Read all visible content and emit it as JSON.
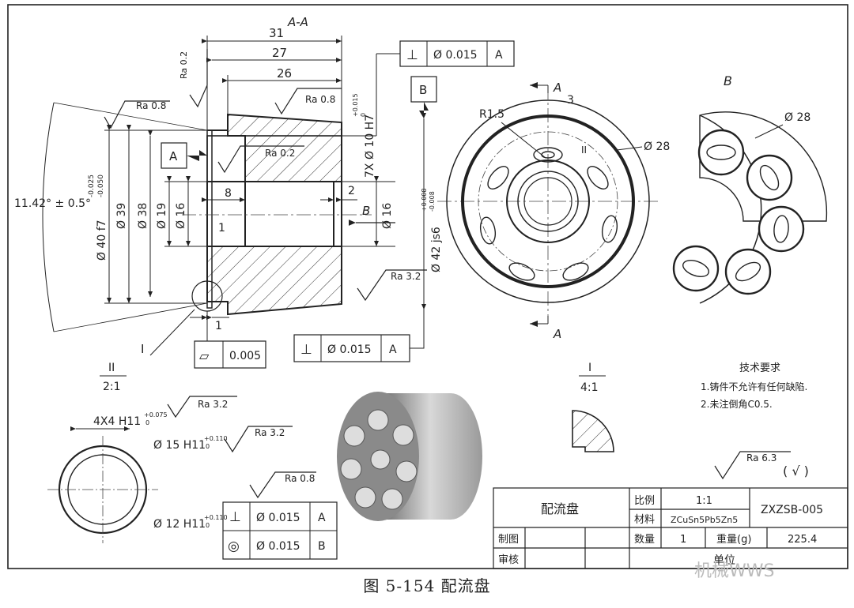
{
  "section_label": "A-A",
  "dims": {
    "d31": "31",
    "d27": "27",
    "d26": "26",
    "d8": "8",
    "d2": "2",
    "d1a": "1",
    "d1b": "1",
    "angle": "11.42° ± 0.5°",
    "phi40": "Ø 40 f7",
    "phi40_tol": [
      "-0.025",
      "-0.050"
    ],
    "phi39": "Ø 39",
    "phi38": "Ø 38",
    "phi19": "Ø 19",
    "phi16a": "Ø 16",
    "phi16b": "Ø 16",
    "phi42": "Ø 42 js6",
    "phi42_tol": [
      "+0.008",
      "-0.008"
    ],
    "holes": "7X Ø 10 H7",
    "holes_tol": [
      "+0.015",
      "0"
    ],
    "r15": "R1.5",
    "d3": "3",
    "phi28a": "Ø 28",
    "phi28b": "Ø 28"
  },
  "roughness": {
    "ra02a": "Ra 0.2",
    "ra08a": "Ra 0.8",
    "ra08b": "Ra 0.8",
    "ra02b": "Ra 0.2",
    "ra32a": "Ra 3.2",
    "ra32b": "Ra 3.2",
    "ra32c": "Ra 3.2",
    "ra08c": "Ra 0.8",
    "ra63": "Ra 6.3",
    "other": "( √ )"
  },
  "datums": {
    "a": "A",
    "b": "B"
  },
  "tolerance_frames": {
    "top": {
      "sym": "⊥",
      "val": "Ø 0.015",
      "ref": "A"
    },
    "flat": {
      "sym": "▱",
      "val": "0.005"
    },
    "bottom": {
      "sym": "⊥",
      "val": "Ø 0.015",
      "ref": "A"
    },
    "detail1": {
      "sym": "⊥",
      "val": "Ø 0.015",
      "ref": "A"
    },
    "detail2": {
      "sym": "◎",
      "val": "Ø 0.015",
      "ref": "B"
    }
  },
  "views": {
    "section_arrow_a": "A",
    "section_arrow_a2": "A",
    "view_b_label": "B",
    "view_b_arrow": "B",
    "detail_i_label": "I",
    "detail_ii_label": "II",
    "detail_ii_title": "II",
    "detail_ii_scale": "2:1",
    "detail_i_title": "I",
    "detail_i_scale": "4:1"
  },
  "detail_ii": {
    "spline": "4X4 H11",
    "spline_tol": [
      "+0.075",
      "0"
    ],
    "phi15": "Ø 15 H11",
    "phi15_tol": [
      "+0.110",
      "0"
    ],
    "phi12": "Ø 12 H11",
    "phi12_tol": [
      "+0.110",
      "0"
    ]
  },
  "tech_req": {
    "title": "技术要求",
    "line1": "1.铸件不允许有任何缺陷.",
    "line2": "2.未注倒角C0.5."
  },
  "title_block": {
    "name": "配流盘",
    "scale_label": "比例",
    "scale_value": "1:1",
    "material_label": "材料",
    "material_value": "ZCuSn5Pb5Zn5",
    "drawing_no": "ZXZSB-005",
    "drawn_label": "制图",
    "check_label": "审核",
    "qty_label": "数量",
    "qty_value": "1",
    "weight_label": "重量(g)",
    "weight_value": "225.4",
    "unit_label": "单位"
  },
  "caption": "图 5-154    配流盘",
  "watermark": "机械WWS"
}
